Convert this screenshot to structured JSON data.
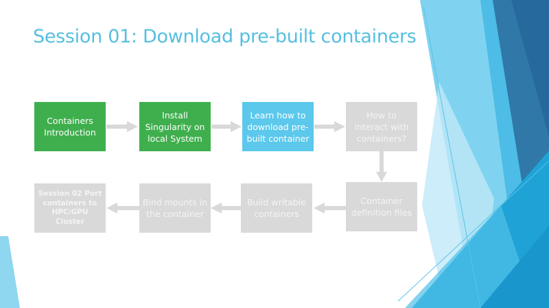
{
  "slide": {
    "title": "Session 01: Download pre-built containers",
    "colors": {
      "title": "#56BFE0",
      "done": "#3FAF4E",
      "current": "#5BC8EC",
      "pending": "#D9D9D9",
      "arrow": "#D9D9D9"
    },
    "flow": {
      "row1": [
        {
          "label": "Containers Introduction",
          "state": "done"
        },
        {
          "label": "Install Singularity on local System",
          "state": "done"
        },
        {
          "label": "Learn how to download pre-built container",
          "state": "current"
        },
        {
          "label": "How to interact with containers?",
          "state": "pending"
        }
      ],
      "row2": [
        {
          "label": "Container definition files",
          "state": "pending"
        },
        {
          "label": "Build writable containers",
          "state": "pending"
        },
        {
          "label": "Bind mounts in the container",
          "state": "pending"
        },
        {
          "label": "Session 02 Port containers to HPC/GPU Cluster",
          "state": "pending"
        }
      ]
    },
    "icons": {
      "arrow_right": "arrow-right-icon",
      "arrow_down": "arrow-down-icon",
      "arrow_left": "arrow-left-icon"
    }
  }
}
